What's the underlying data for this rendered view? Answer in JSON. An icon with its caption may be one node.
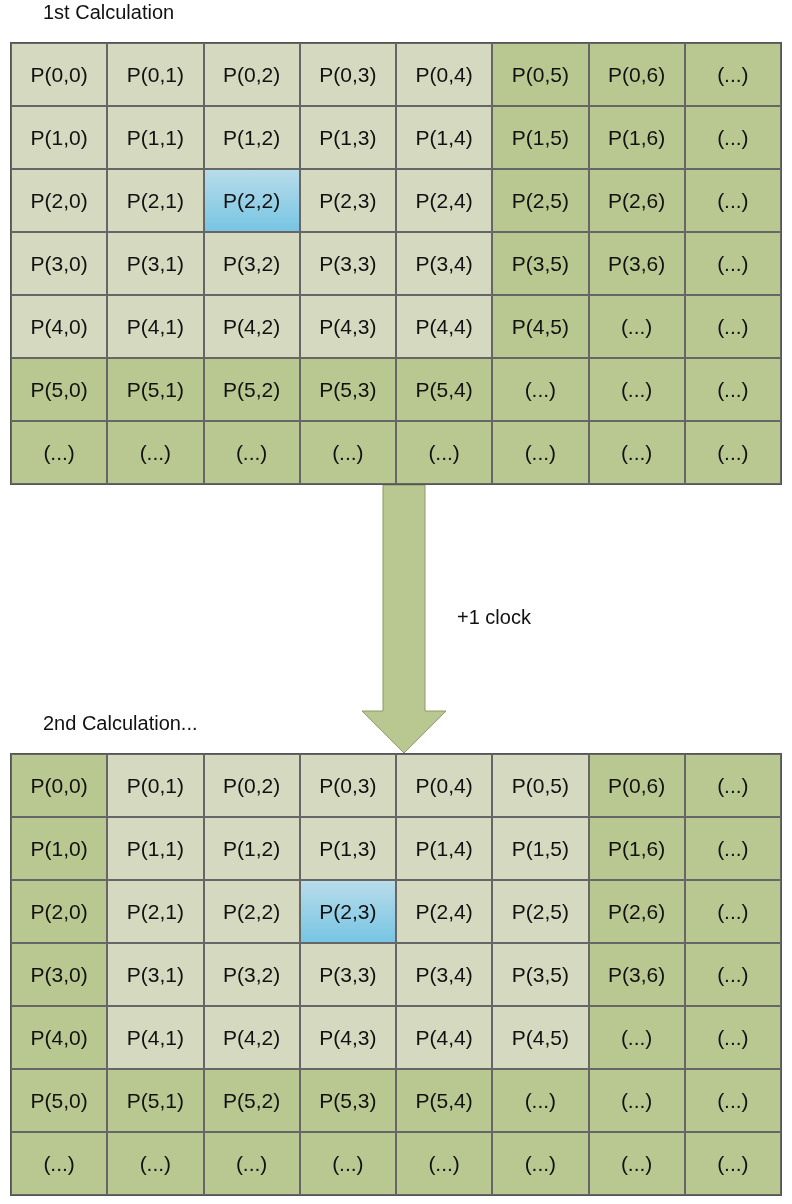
{
  "diagram": {
    "nodes": [
      {
        "text": [
          "1st Calculation"
        ]
      },
      {
        "text": [
          "2nd Calculation..."
        ]
      }
    ],
    "edges": [
      {
        "from": 0,
        "to": 1,
        "arrow": "to",
        "label": "+1 clock"
      }
    ],
    "labels": [
      "P(0,0)",
      "P(0,1)",
      "P(0,2)",
      "P(0,3)",
      "P(0,4)",
      "P(0,5)",
      "P(0,6)",
      "(...)",
      "P(1,0)",
      "P(1,1)",
      "P(1,2)",
      "P(1,3)",
      "P(1,4)",
      "P(1,5)",
      "P(1,6)",
      "(...)",
      "P(2,0)",
      "P(2,1)",
      "P(2,2)",
      "P(2,3)",
      "P(2,4)",
      "P(2,5)",
      "P(2,6)",
      "(...)",
      "P(3,0)",
      "P(3,1)",
      "P(3,2)",
      "P(3,3)",
      "P(3,4)",
      "P(3,5)",
      "P(3,6)",
      "(...)",
      "P(4,0)",
      "P(4,1)",
      "P(4,2)",
      "P(4,3)",
      "P(4,4)",
      "P(4,5)",
      "(...)",
      "(...)",
      "P(5,0)",
      "P(5,1)",
      "P(5,2)",
      "P(5,3)",
      "P(5,4)",
      "(...)",
      "(...)",
      "(...)",
      "(...)",
      "(...)",
      "(...)",
      "(...)",
      "(...)",
      "(...)",
      "(...)",
      "(...)",
      "P(0,0)",
      "P(0,1)",
      "P(0,2)",
      "P(0,3)",
      "P(0,4)",
      "P(0,5)",
      "P(0,6)",
      "(...)",
      "P(1,0)",
      "P(1,1)",
      "P(1,2)",
      "P(1,3)",
      "P(1,4)",
      "P(1,5)",
      "P(1,6)",
      "(...)",
      "P(2,0)",
      "P(2,1)",
      "P(2,2)",
      "P(2,3)",
      "P(2,4)",
      "P(2,5)",
      "P(2,6)",
      "(...)",
      "P(3,0)",
      "P(3,1)",
      "P(3,2)",
      "P(3,3)",
      "P(3,4)",
      "P(3,5)",
      "P(3,6)",
      "(...)",
      "P(4,0)",
      "P(4,1)",
      "P(4,2)",
      "P(4,3)",
      "P(4,4)",
      "P(4,5)",
      "(...)",
      "(...)",
      "P(5,0)",
      "P(5,1)",
      "P(5,2)",
      "P(5,3)",
      "P(5,4)",
      "(...)",
      "(...)",
      "(...)",
      "(...)",
      "(...)",
      "(...)",
      "(...)",
      "(...)",
      "(...)",
      "(...)",
      "(...)"
    ]
  }
}
